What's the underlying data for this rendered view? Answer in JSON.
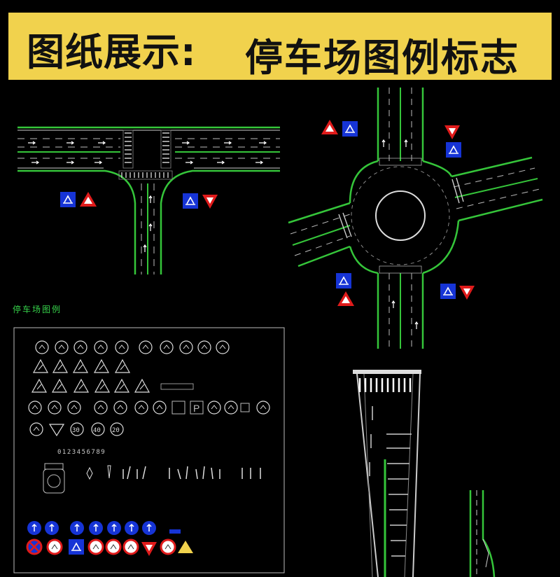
{
  "banner": {
    "left_title": "图纸展示:",
    "right_title": "停车场图例标志"
  },
  "legend": {
    "title": "停车场图例",
    "digits": "0123456789",
    "speed_signs": [
      "30",
      "40",
      "20"
    ]
  },
  "colors": {
    "banner_bg": "#f1d24d",
    "canvas_bg": "#000000",
    "road_edge": "#35c53a",
    "sign_blue": "#1634d6",
    "sign_red": "#e01b1b",
    "sign_yellow": "#f1d24d"
  },
  "icons": [
    "blue-guide-sign-icon",
    "red-warning-triangle-icon",
    "roundabout-icon",
    "parking-sign-icon",
    "no-entry-sign-icon"
  ]
}
